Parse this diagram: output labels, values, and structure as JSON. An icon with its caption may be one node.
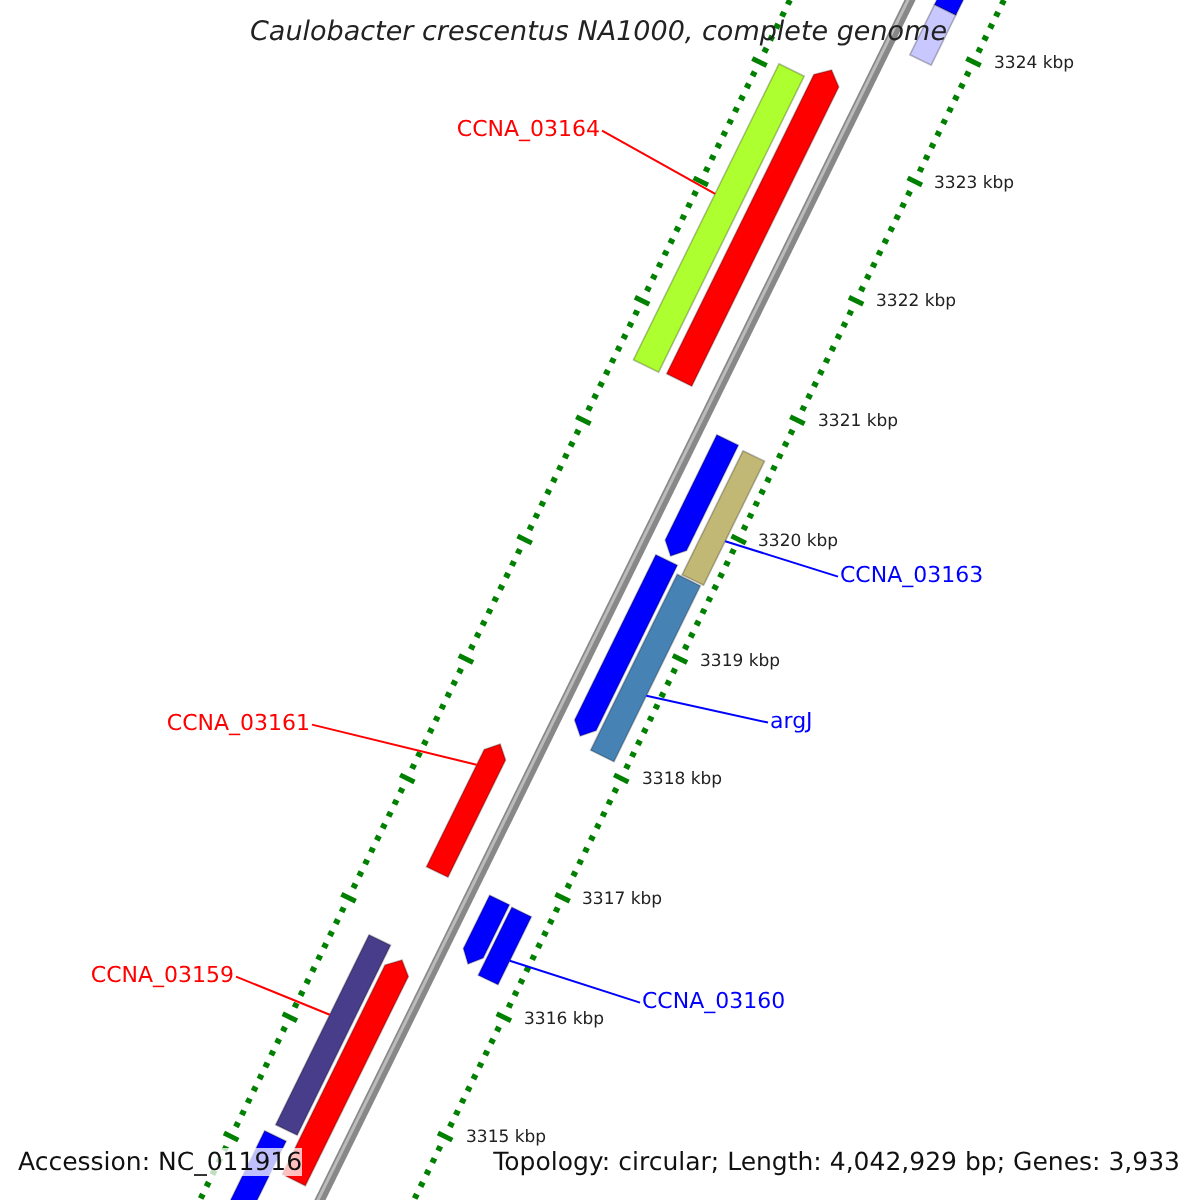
{
  "diagram": {
    "title": "Caulobacter crescentus NA1000, complete genome",
    "nodes": [
      {
        "text": [
          "CCNA_03164"
        ]
      },
      {
        "text": [],
        "shape": "bar"
      },
      {
        "text": [
          "CCNA_03163"
        ]
      },
      {
        "text": [],
        "shape": "bar"
      },
      {
        "text": [
          "argJ"
        ]
      },
      {
        "text": [],
        "shape": "bar"
      },
      {
        "text": [
          "CCNA_03161"
        ]
      },
      {
        "text": [],
        "shape": "bar"
      },
      {
        "text": [
          "CCNA_03160"
        ]
      },
      {
        "text": [],
        "shape": "bar"
      },
      {
        "text": [
          "CCNA_03159"
        ]
      },
      {
        "text": [],
        "shape": "bar"
      },
      {
        "text": [],
        "shape": "bar"
      },
      {
        "text": [],
        "shape": "bar"
      },
      {
        "text": [],
        "shape": "bar"
      },
      {
        "text": [],
        "shape": "bar"
      },
      {
        "text": [],
        "shape": "bar"
      },
      {
        "text": [],
        "shape": "bar"
      },
      {
        "text": [],
        "shape": "bar"
      },
      {
        "text": [],
        "shape": "bar"
      }
    ],
    "edges": [
      {
        "from": 0,
        "to": 1,
        "arrow": "none",
        "color": "#ff0000"
      },
      {
        "from": 2,
        "to": 3,
        "arrow": "none",
        "color": "#0000ff"
      },
      {
        "from": 4,
        "to": 5,
        "arrow": "none",
        "color": "#0000ff"
      },
      {
        "from": 6,
        "to": 7,
        "arrow": "none",
        "color": "#ff0000"
      },
      {
        "from": 8,
        "to": 9,
        "arrow": "none",
        "color": "#0000ff"
      },
      {
        "from": 10,
        "to": 11,
        "arrow": "none",
        "color": "#ff0000"
      }
    ],
    "labels": [
      "3324 kbp",
      "3323 kbp",
      "3322 kbp",
      "3321 kbp",
      "3320 kbp",
      "3319 kbp",
      "3318 kbp",
      "3317 kbp",
      "3316 kbp",
      "3315 kbp",
      "Accession: NC_011916",
      "Topology: circular; Length: 4,042,929 bp; Genes: 3,933"
    ]
  }
}
